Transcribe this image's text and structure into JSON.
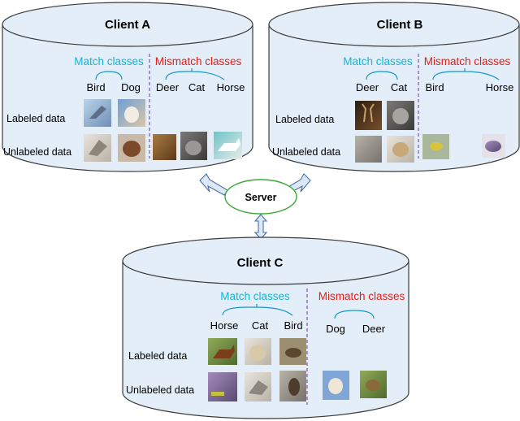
{
  "clients": [
    {
      "id": "a",
      "title": "Client A",
      "match_label": "Match classes",
      "mismatch_label": "Mismatch classes",
      "match_classes": [
        "Bird",
        "Dog"
      ],
      "mismatch_classes": [
        "Deer",
        "Cat",
        "Horse"
      ],
      "labeled_label": "Labeled data",
      "unlabeled_label": "Unlabeled data"
    },
    {
      "id": "b",
      "title": "Client B",
      "match_label": "Match classes",
      "mismatch_label": "Mismatch classes",
      "match_classes": [
        "Deer",
        "Cat"
      ],
      "mismatch_classes": [
        "Bird",
        "Horse"
      ],
      "labeled_label": "Labeled data",
      "unlabeled_label": "Unlabeled data"
    },
    {
      "id": "c",
      "title": "Client C",
      "match_label": "Match classes",
      "mismatch_label": "Mismatch classes",
      "match_classes": [
        "Horse",
        "Cat",
        "Bird"
      ],
      "mismatch_classes": [
        "Dog",
        "Deer"
      ],
      "labeled_label": "Labeled data",
      "unlabeled_label": "Unlabeled data"
    }
  ],
  "server": {
    "label": "Server"
  },
  "colors": {
    "cylinder_fill": "#e3eef8",
    "cylinder_stroke": "#3a3a3a",
    "match_text": "#12b5d8",
    "mismatch_text": "#e0201a",
    "divider": "#7b4fc8",
    "server_stroke": "#3aaa35",
    "arrow_fill": "#dce8f5",
    "arrow_stroke": "#4a6fa5"
  }
}
